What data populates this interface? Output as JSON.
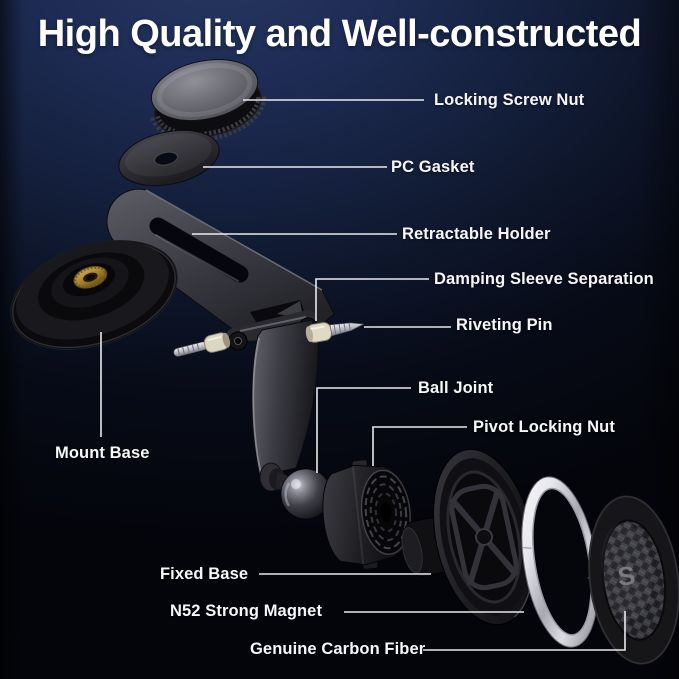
{
  "title": "High Quality and Well-constructed",
  "callouts": {
    "locking_screw_nut": "Locking Screw Nut",
    "pc_gasket": "PC Gasket",
    "retractable_holder": "Retractable Holder",
    "damping_sleeve_separation": "Damping Sleeve Separation",
    "riveting_pin": "Riveting Pin",
    "ball_joint": "Ball Joint",
    "pivot_locking_nut": "Pivot Locking Nut",
    "mount_base": "Mount Base",
    "fixed_base": "Fixed Base",
    "n52_strong_magnet": "N52 Strong Magnet",
    "genuine_carbon_fiber": "Genuine Carbon Fiber"
  },
  "carbon_disc_logo": "S",
  "colors": {
    "background_top": "#27375f",
    "background_bottom": "#04050b",
    "label_text": "#f7f7f9",
    "leader_line": "#ffffff",
    "brass_insert": "#b08d3f",
    "damping_sleeve_cream": "#ded7c3",
    "magnet_silver": "#e4e4ea",
    "part_black": "#141418"
  }
}
